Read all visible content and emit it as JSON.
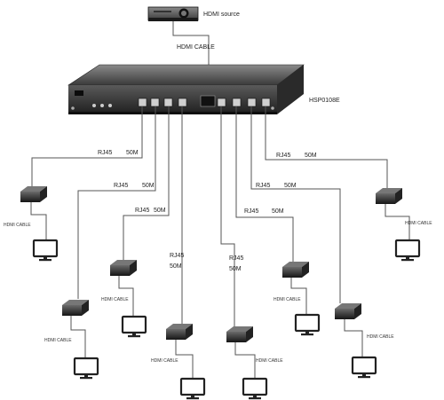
{
  "source": {
    "label": "HDMI source",
    "cable_label": "HDMI CABLE",
    "icon": "projector-icon"
  },
  "splitter": {
    "model": "HSP0108E",
    "icon": "hdmi-splitter-icon"
  },
  "outputs": [
    {
      "rj45_label": "RJ45",
      "distance_label": "50M",
      "hdmi_label": "HDMI CABLE"
    },
    {
      "rj45_label": "RJ45",
      "distance_label": "50M",
      "hdmi_label": "HDMI CABLE"
    },
    {
      "rj45_label": "RJ45",
      "distance_label": "50M",
      "hdmi_label": "HDMI CABLE"
    },
    {
      "rj45_label": "RJ45",
      "distance_label": "50M",
      "hdmi_label": "HDMI CABLE"
    },
    {
      "rj45_label": "RJ45",
      "distance_label": "50M",
      "hdmi_label": "HDMI CABLE"
    },
    {
      "rj45_label": "RJ45",
      "distance_label": "50M",
      "hdmi_label": "HDMI CABLE"
    },
    {
      "rj45_label": "RJ45",
      "distance_label": "50M",
      "hdmi_label": "HDMI CABLE"
    },
    {
      "rj45_label": "RJ45",
      "distance_label": "50M",
      "hdmi_label": "HDMI CABLE"
    }
  ],
  "icons": {
    "receiver": "hdmi-receiver-icon",
    "display": "monitor-icon"
  }
}
